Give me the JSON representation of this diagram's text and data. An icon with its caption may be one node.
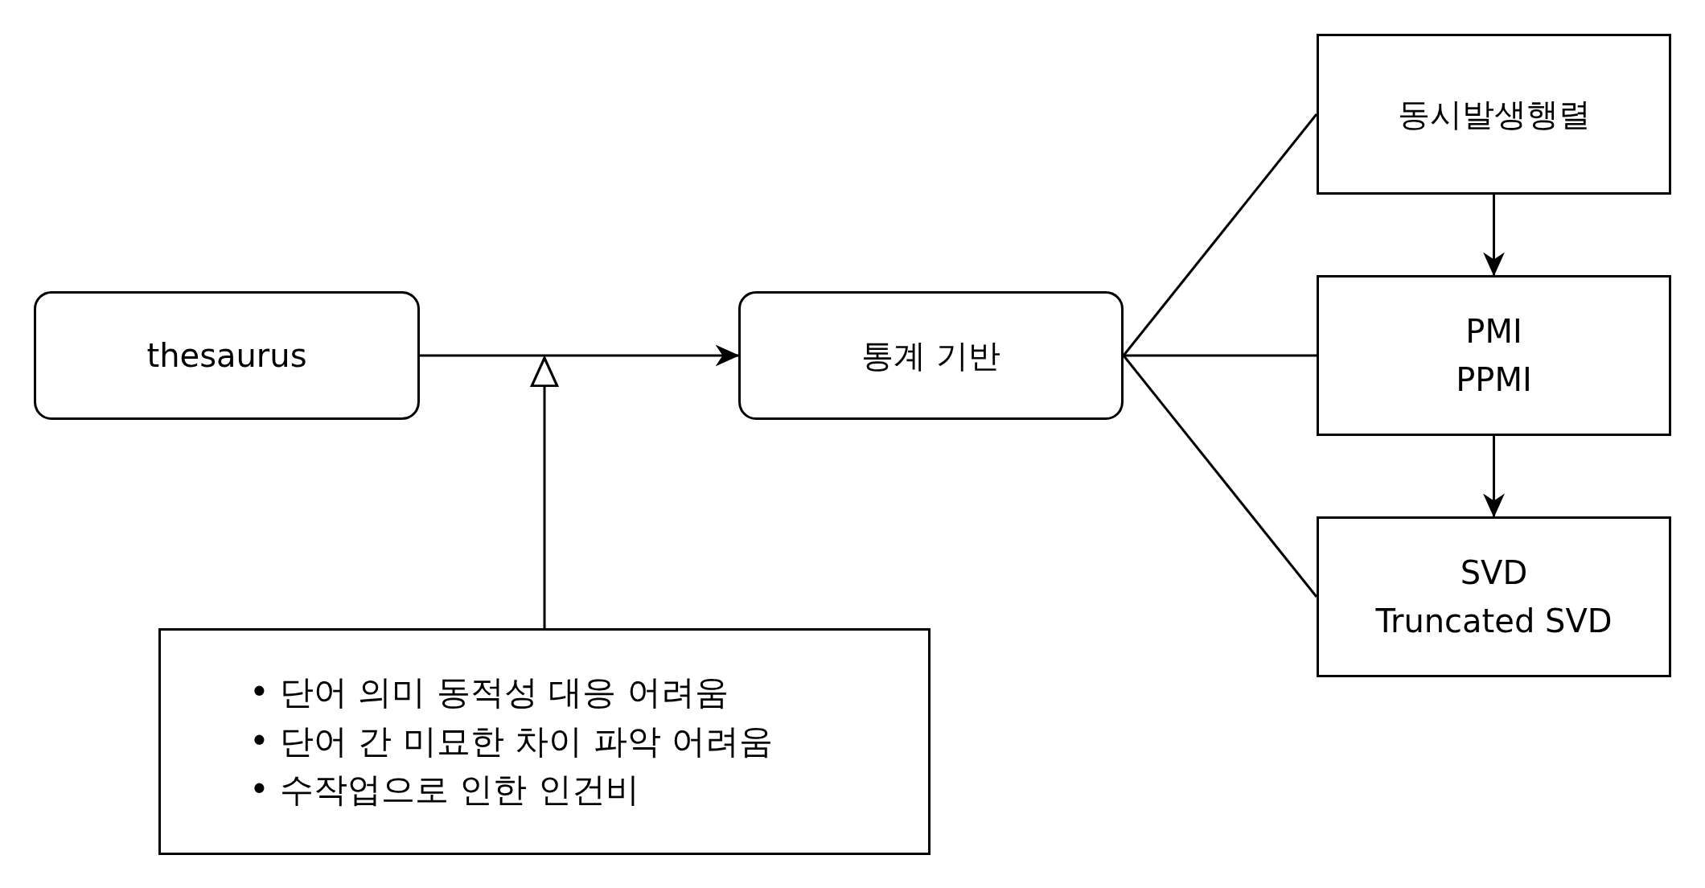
{
  "diagram": {
    "nodes": [
      {
        "text": [
          "thesaurus"
        ]
      },
      {
        "text": [
          "통계 기반"
        ]
      },
      {
        "text": [
          "동시발생행렬"
        ]
      },
      {
        "text": [
          "PMI PPMI"
        ]
      },
      {
        "text": [
          "SVD Truncated SVD"
        ]
      },
      {
        "text": [
          "• 단어 의미 동적성 대응 어려움",
          "• 단어 간 미묘한 차이 파악 어려움",
          "• 수작업으로 인한 인건비"
        ]
      }
    ],
    "edges": [
      {
        "from": 0,
        "to": 1,
        "arrow": "to"
      },
      {
        "from": 5,
        "to": null,
        "arrow": "to"
      },
      {
        "from": 1,
        "to": 2,
        "arrow": "none"
      },
      {
        "from": 1,
        "to": 3,
        "arrow": "none"
      },
      {
        "from": 1,
        "to": 4,
        "arrow": "none"
      },
      {
        "from": 2,
        "to": 3,
        "arrow": "to"
      },
      {
        "from": 3,
        "to": 4,
        "arrow": "to"
      }
    ]
  }
}
